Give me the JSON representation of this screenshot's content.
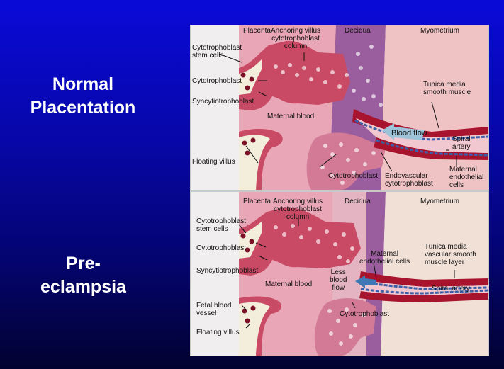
{
  "slide": {
    "normal_title": "Normal\nPlacentation",
    "pre_title": "Pre-\neclampsia"
  },
  "colors": {
    "background_top": "#0a0ad8",
    "background_bottom": "#020230",
    "placenta": "#f2f0da",
    "villus": "#c94a64",
    "maternal_blood": "#e5a0b2",
    "decidua": "#9a5d9d",
    "myometrium": "#efc2c4",
    "artery": "#a8142e",
    "blood_flow_arrow": "#9cc3d8",
    "less_blood_flow_arrow": "#3f78b5"
  },
  "top_panel": {
    "labels": {
      "placenta": "Placenta",
      "anchoring": "Anchoring villus\ncytotrophoblast\ncolumn",
      "decidua": "Decidua",
      "myometrium": "Myometrium",
      "stem_cells": "Cytotrophoblast\nstem cells",
      "cytotrophoblast": "Cytotrophoblast",
      "syncytio": "Syncytiotrophoblast",
      "maternal_blood": "Maternal blood",
      "tunica": "Tunica media\nsmooth muscle",
      "blood_flow": "Blood flow",
      "spiral": "Spiral\nartery",
      "floating": "Floating villus",
      "cyto_bottom": "Cytotrophoblast",
      "endovascular": "Endovascular\ncytotrophoblast",
      "endothelial": "Maternal\nendothelial\ncells"
    }
  },
  "bottom_panel": {
    "labels": {
      "placenta": "Placenta",
      "anchoring": "Anchoring villus\ncytotrophoblast\ncolumn",
      "decidua": "Decidua",
      "myometrium": "Myometrium",
      "stem_cells": "Cytotrophoblast\nstem cells",
      "cytotrophoblast": "Cytotrophoblast",
      "syncytio": "Syncytiotrophoblast",
      "maternal_blood": "Maternal blood",
      "endothelial": "Maternal\nendothelial cells",
      "tunica": "Tunica media\nvascular smooth\nmuscle layer",
      "less_flow": "Less\nblood\nflow",
      "spiral": "Spiral artery",
      "fetal_vessel": "Fetal blood\nvessel",
      "floating": "Floating villus",
      "cyto_bottom": "Cytotrophoblast"
    }
  }
}
